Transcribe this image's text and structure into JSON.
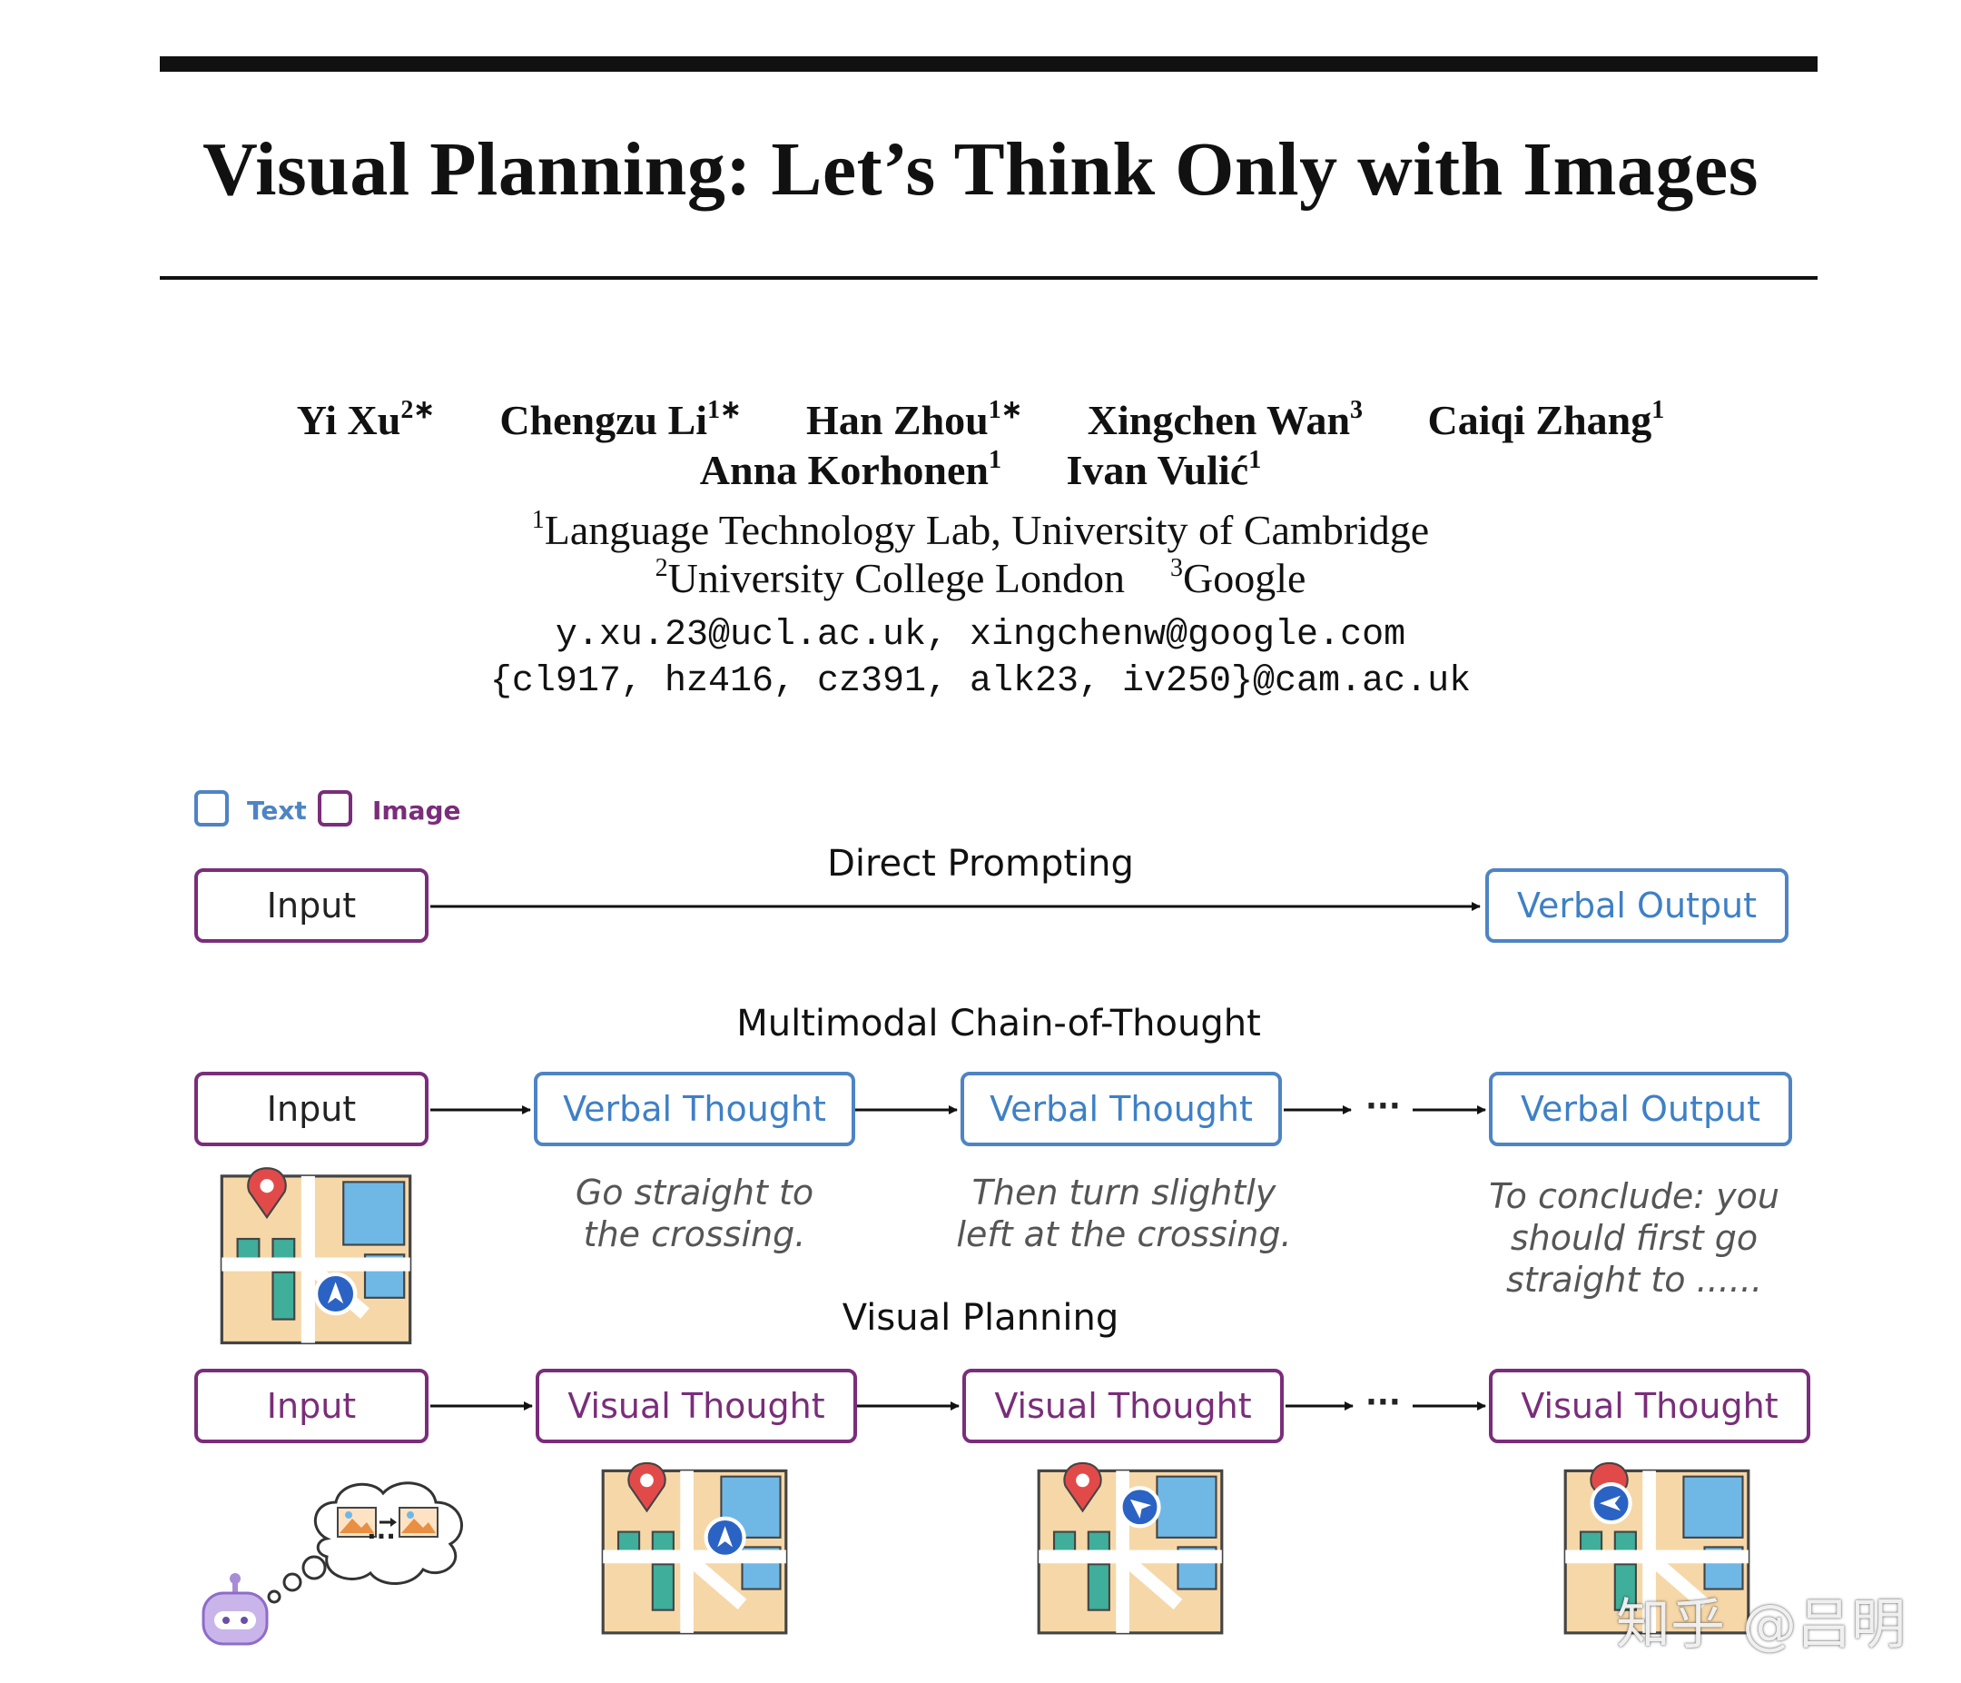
{
  "title": "Visual Planning: Let’s Think Only with Images",
  "authors_row1": [
    {
      "name": "Yi Xu",
      "mark": "2∗"
    },
    {
      "name": "Chengzu Li",
      "mark": "1∗"
    },
    {
      "name": "Han Zhou",
      "mark": "1∗"
    },
    {
      "name": "Xingchen Wan",
      "mark": "3"
    },
    {
      "name": "Caiqi Zhang",
      "mark": "1"
    }
  ],
  "authors_row2": [
    {
      "name": "Anna Korhonen",
      "mark": "1"
    },
    {
      "name": "Ivan Vulić",
      "mark": "1"
    }
  ],
  "affiliations": {
    "a1_mark": "1",
    "a1": "Language Technology Lab, University of Cambridge",
    "a2_mark": "2",
    "a2": "University College London",
    "a3_mark": "3",
    "a3": "Google"
  },
  "emails": {
    "line1": "y.xu.23@ucl.ac.uk, xingchenw@google.com",
    "line2": "{cl917, hz416, cz391, alk23, iv250}@cam.ac.uk"
  },
  "figure": {
    "legend": {
      "text": "Text",
      "image": "Image"
    },
    "colors": {
      "text_blue": "#4e84c4",
      "image_purple": "#7a2d7a"
    },
    "direct": {
      "heading": "Direct Prompting",
      "input": "Input",
      "output": "Verbal Output"
    },
    "mcot": {
      "heading": "Multimodal Chain-of-Thought",
      "input": "Input",
      "thought1": "Verbal Thought",
      "thought2": "Verbal Thought",
      "dots": "···",
      "output": "Verbal Output",
      "caption1_l1": "Go straight to",
      "caption1_l2": "the crossing.",
      "caption2_l1": "Then turn slightly",
      "caption2_l2": "left at the crossing.",
      "caption3_l1": "To conclude: you",
      "caption3_l2": "should first go",
      "caption3_l3": "straight to ......"
    },
    "visual": {
      "heading": "Visual Planning",
      "input": "Input",
      "thought1": "Visual Thought",
      "thought2": "Visual Thought",
      "dots": "···",
      "thought3": "Visual Thought",
      "bubble_dots": "..."
    }
  },
  "watermark": "知乎 @吕明"
}
